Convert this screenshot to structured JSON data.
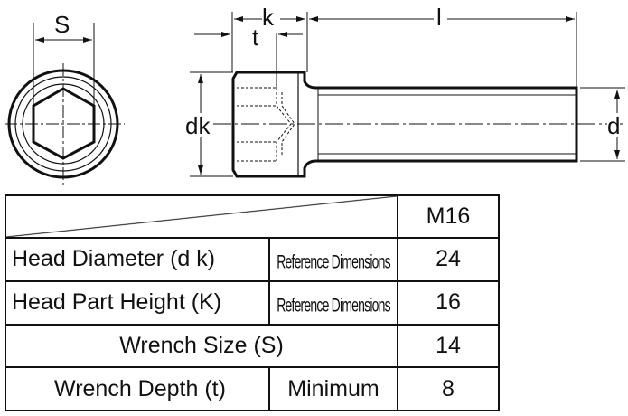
{
  "drawing": {
    "labels": {
      "s": "S",
      "k": "k",
      "t": "t",
      "l": "l",
      "dk": "dk",
      "d": "d"
    }
  },
  "table": {
    "header": {
      "size": "M16"
    },
    "rows": [
      {
        "label": "Head Diameter  (d  k)",
        "note": "Reference Dimensions",
        "value": "24"
      },
      {
        "label": "Head Part Height  (K)",
        "note": "Reference Dimensions",
        "value": "16"
      },
      {
        "label": "Wrench Size  (S)",
        "note": "",
        "value": "14"
      },
      {
        "label": "Wrench Depth  (t)",
        "note": "Minimum",
        "value": "8"
      }
    ]
  }
}
